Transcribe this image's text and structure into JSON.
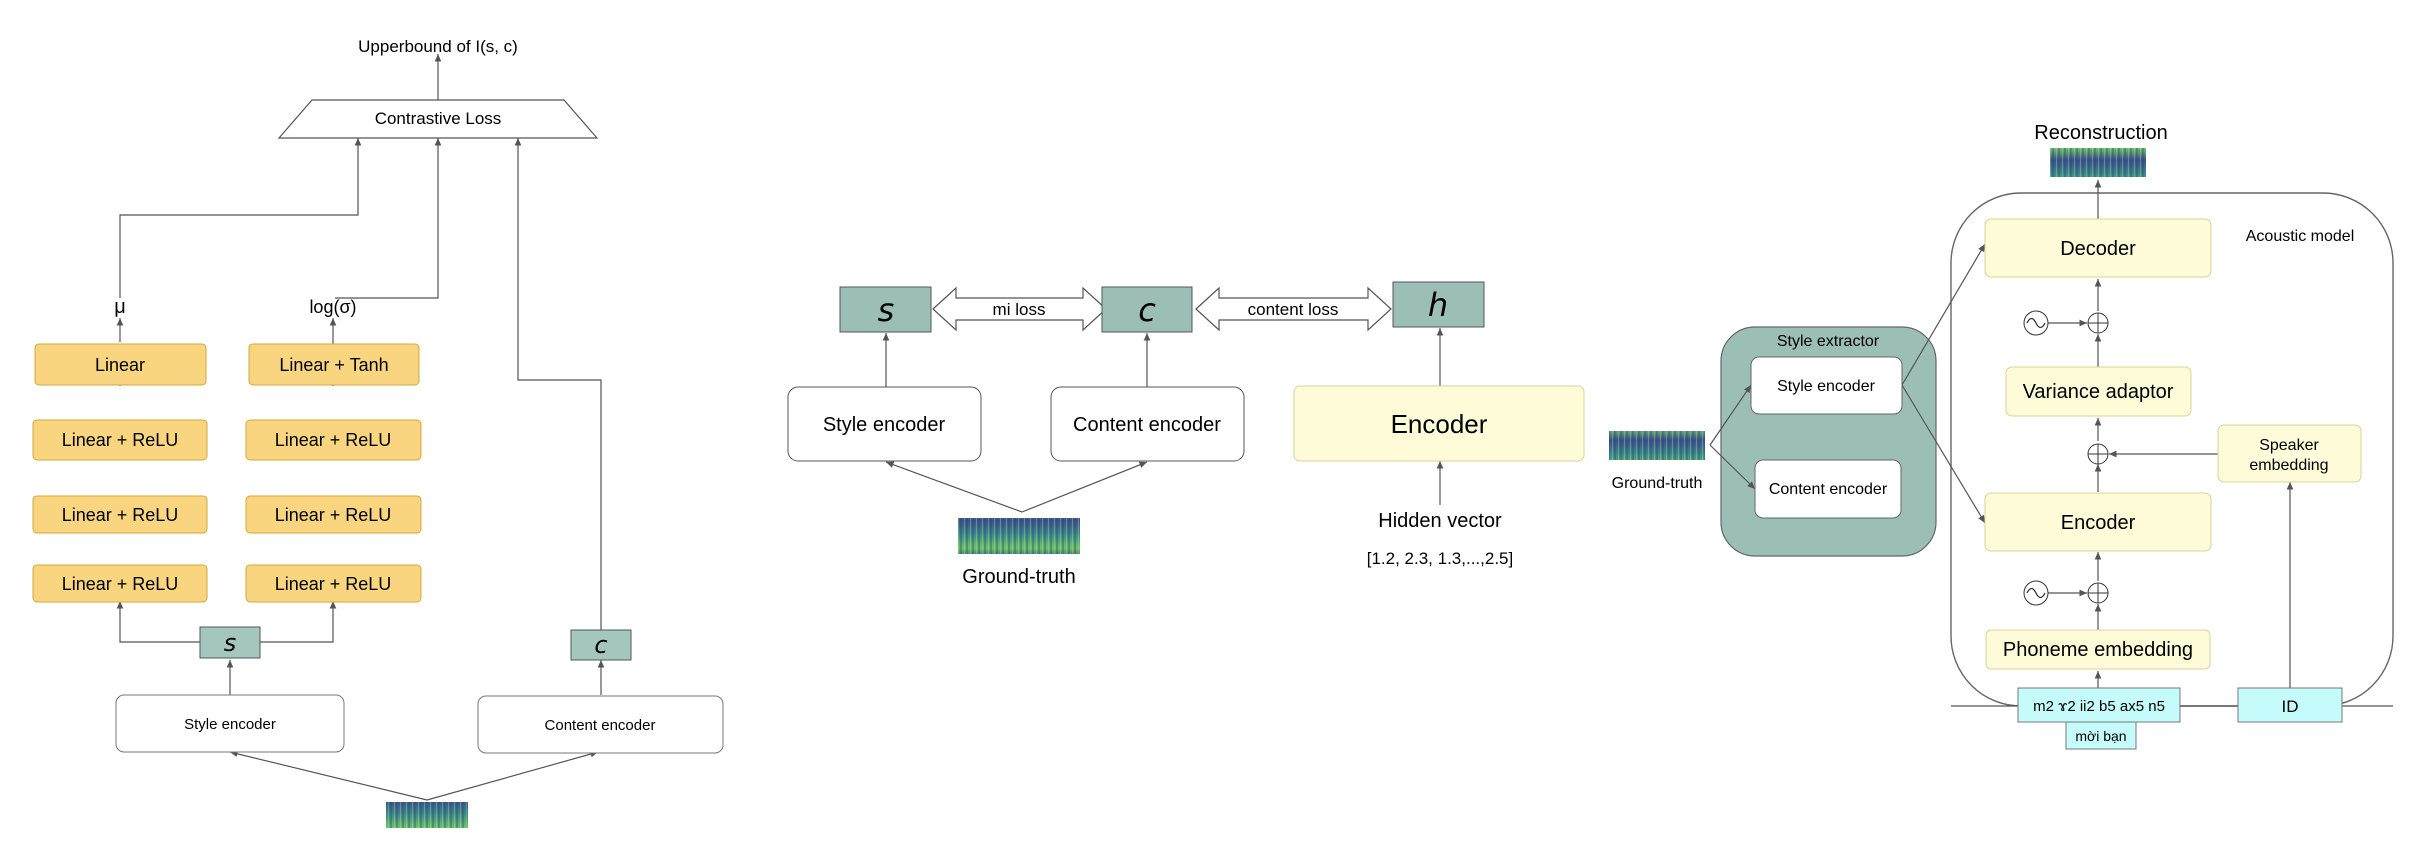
{
  "colors": {
    "gold": "#f8d57e",
    "gold_border": "#d4a93c",
    "teal": "#a3c6bd",
    "teal_dark": "#9bbfb5",
    "cream": "#fdfbd8",
    "cyan": "#c5fbfb",
    "line": "#555555"
  },
  "left": {
    "upperbound": "Upperbound of I(s, c)",
    "contrastive": "Contrastive Loss",
    "mu": "μ",
    "logsigma": "log(σ)",
    "col1": [
      "Linear",
      "Linear + ReLU",
      "Linear + ReLU",
      "Linear + ReLU"
    ],
    "col2": [
      "Linear + Tanh",
      "Linear + ReLU",
      "Linear + ReLU",
      "Linear + ReLU"
    ],
    "s": "s",
    "c": "c",
    "style_encoder": "Style encoder",
    "content_encoder": "Content encoder"
  },
  "middle": {
    "s": "s",
    "c": "c",
    "h": "h",
    "mi_loss": "mi loss",
    "content_loss": "content loss",
    "style_encoder": "Style encoder",
    "content_encoder": "Content encoder",
    "encoder": "Encoder",
    "ground_truth": "Ground-truth",
    "hidden_vector": "Hidden vector",
    "hidden_values": "[1.2, 2.3, 1.3,...,2.5]"
  },
  "right": {
    "reconstruction": "Reconstruction",
    "acoustic_model": "Acoustic model",
    "decoder": "Decoder",
    "variance_adaptor": "Variance adaptor",
    "encoder": "Encoder",
    "phoneme_embedding": "Phoneme embedding",
    "speaker_embedding_1": "Speaker",
    "speaker_embedding_2": "embedding",
    "style_extractor": "Style extractor",
    "style_encoder": "Style encoder",
    "content_encoder": "Content encoder",
    "ground_truth": "Ground-truth",
    "phonemes": "m2 ɤ2 ii2 b5 ax5 n5",
    "text": "mời bạn",
    "id": "ID"
  }
}
